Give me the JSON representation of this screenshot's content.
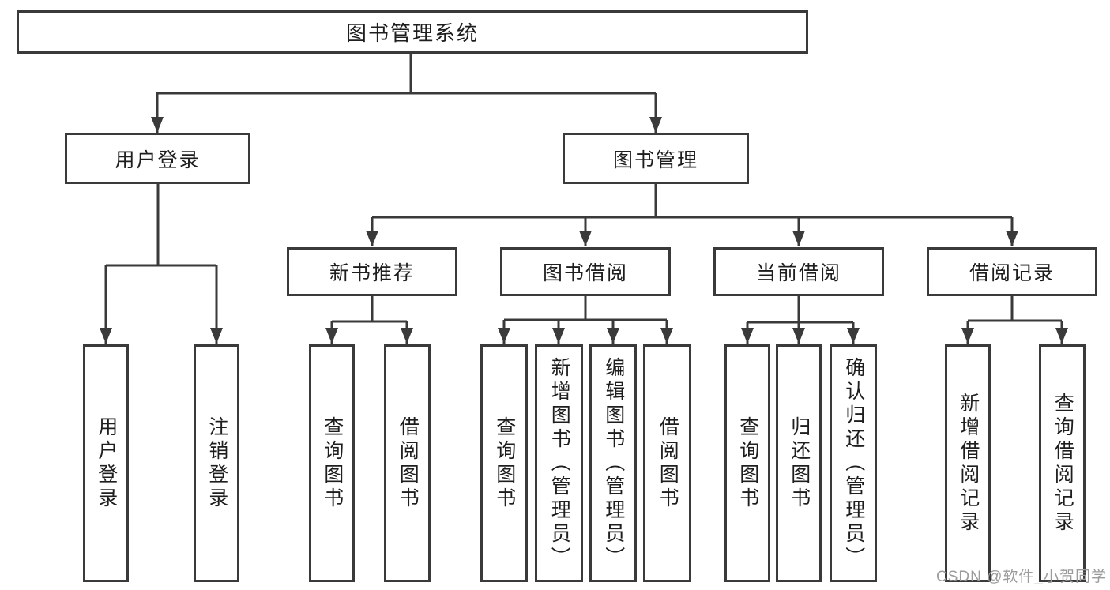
{
  "diagram": {
    "root": {
      "label": "图书管理系统"
    },
    "branches": [
      {
        "label": "用户登录",
        "children": [
          {
            "label": "用户登录"
          },
          {
            "label": "注销登录"
          }
        ]
      },
      {
        "label": "图书管理",
        "groups": [
          {
            "label": "新书推荐",
            "children": [
              {
                "label": "查询图书"
              },
              {
                "label": "借阅图书"
              }
            ]
          },
          {
            "label": "图书借阅",
            "children": [
              {
                "label": "查询图书"
              },
              {
                "label": "新增图书（管理员）"
              },
              {
                "label": "编辑图书（管理员）"
              },
              {
                "label": "借阅图书"
              }
            ]
          },
          {
            "label": "当前借阅",
            "children": [
              {
                "label": "查询图书"
              },
              {
                "label": "归还图书"
              },
              {
                "label": "确认归还（管理员）"
              }
            ]
          },
          {
            "label": "借阅记录",
            "children": [
              {
                "label": "新增借阅记录"
              },
              {
                "label": "查询借阅记录"
              }
            ]
          }
        ]
      }
    ],
    "watermark": "CSDN @软件_小贺同学",
    "colors": {
      "line": "#3a3a3a",
      "text": "#1e1e1e",
      "watermark": "#9b9b9b",
      "background": "#ffffff"
    }
  }
}
